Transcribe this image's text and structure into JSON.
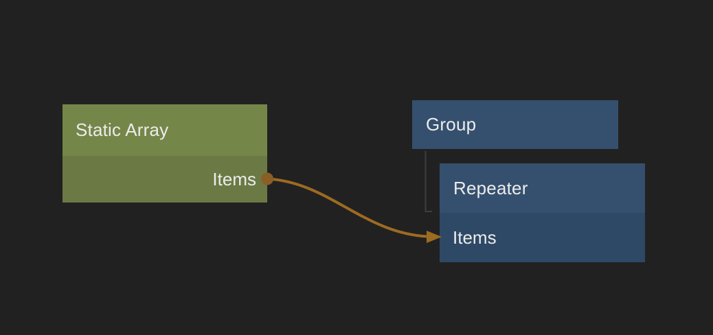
{
  "colors": {
    "background": "#212121",
    "green_header": "#758649",
    "green_body": "#6b7a44",
    "blue_header": "#35506e",
    "blue_body": "#2e4965",
    "wire": "#9c6b22",
    "port": "#8a5f26",
    "tree_line": "#3e3e3e",
    "text": "#ececec"
  },
  "nodes": {
    "static_array": {
      "title": "Static Array",
      "output_label": "Items"
    },
    "group": {
      "title": "Group"
    },
    "repeater": {
      "title": "Repeater",
      "input_label": "Items"
    }
  },
  "connection": {
    "from_node": "Static Array",
    "from_port": "Items",
    "to_node": "Repeater",
    "to_port": "Items"
  }
}
